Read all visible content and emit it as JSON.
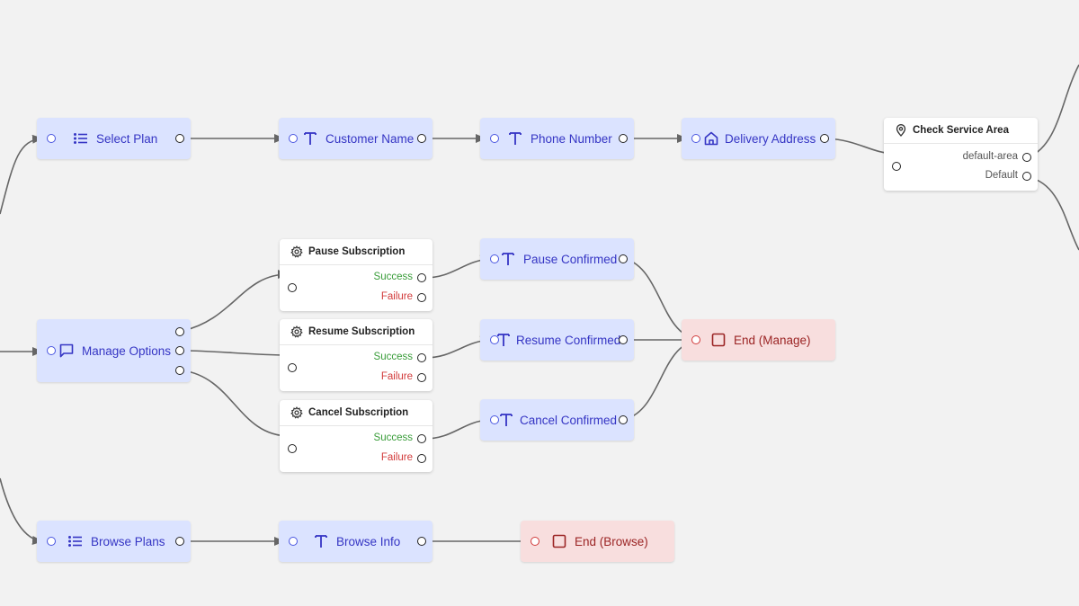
{
  "flow": {
    "select_plan": {
      "label": "Select Plan",
      "icon": "list-icon"
    },
    "customer_name": {
      "label": "Customer Name",
      "icon": "text-icon"
    },
    "phone_number": {
      "label": "Phone Number",
      "icon": "text-icon"
    },
    "delivery_address": {
      "label": "Delivery Address",
      "icon": "home-icon"
    },
    "check_service_area": {
      "title": "Check Service Area",
      "icon": "map-pin-icon",
      "outputs": [
        "default-area",
        "Default"
      ]
    },
    "manage_options": {
      "label": "Manage Options",
      "icon": "chat-icon"
    },
    "pause_subscription": {
      "title": "Pause Subscription",
      "icon": "gear-icon",
      "success": "Success",
      "failure": "Failure"
    },
    "resume_subscription": {
      "title": "Resume Subscription",
      "icon": "gear-icon",
      "success": "Success",
      "failure": "Failure"
    },
    "cancel_subscription": {
      "title": "Cancel Subscription",
      "icon": "gear-icon",
      "success": "Success",
      "failure": "Failure"
    },
    "pause_confirmed": {
      "label": "Pause Confirmed",
      "icon": "text-icon"
    },
    "resume_confirmed": {
      "label": "Resume Confirmed",
      "icon": "text-icon"
    },
    "cancel_confirmed": {
      "label": "Cancel Confirmed",
      "icon": "text-icon"
    },
    "end_manage": {
      "label": "End (Manage)",
      "icon": "stop-icon"
    },
    "browse_plans": {
      "label": "Browse Plans",
      "icon": "list-icon"
    },
    "browse_info": {
      "label": "Browse Info",
      "icon": "text-icon"
    },
    "end_browse": {
      "label": "End (Browse)",
      "icon": "stop-icon"
    }
  },
  "colors": {
    "canvas": "#f2f2f2",
    "flow_node": "#dbe3ff",
    "flow_text": "#3535c4",
    "end_node": "#f8dede",
    "end_text": "#9b2424",
    "edge": "#666666",
    "success": "#3a9d3a",
    "failure": "#d23a3a"
  }
}
